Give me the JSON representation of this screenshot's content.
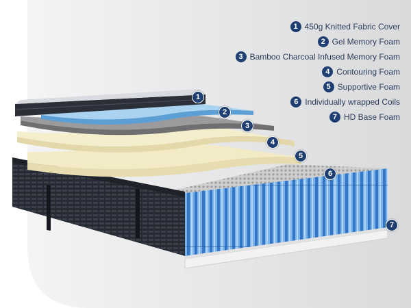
{
  "legend": [
    {
      "num": "1",
      "label": "450g Knitted Fabric Cover"
    },
    {
      "num": "2",
      "label": "Gel Memory Foam"
    },
    {
      "num": "3",
      "label": "Bamboo Charcoal Infused Memory Foam"
    },
    {
      "num": "4",
      "label": "Contouring Foam"
    },
    {
      "num": "5",
      "label": "Supportive Foam"
    },
    {
      "num": "6",
      "label": "Individually wrapped Coils"
    },
    {
      "num": "7",
      "label": "HD Base Foam"
    }
  ],
  "callouts": [
    "1",
    "2",
    "3",
    "4",
    "5",
    "6",
    "7"
  ],
  "colors": {
    "badge": "#1f3f73",
    "cover": "#2b2f38",
    "gel": "#8fc4e8",
    "charcoal": "#8a8a8c",
    "foam": "#f3ebc6",
    "coil": "#3a7fd0",
    "mesh": "#bfbfbf"
  }
}
